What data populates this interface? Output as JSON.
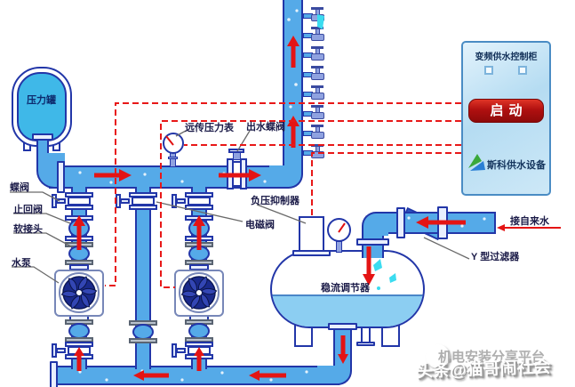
{
  "labels": {
    "pressure_tank": "压力罐",
    "butterfly_valve": "蝶阀",
    "check_valve": "止回阀",
    "flexible_joint": "软接头",
    "water_pump": "水泵",
    "remote_pressure_gauge": "远传压力表",
    "outlet_butterfly_valve": "出水蝶阀",
    "solenoid_valve": "电磁阀",
    "negative_pressure_suppressor": "负压抑制器",
    "steady_flow_regulator": "稳流调节器",
    "y_type_filter": "Y 型过滤器",
    "tap_water_inlet": "接自来水"
  },
  "cabinet": {
    "title": "变频供水控制柜",
    "start": "启动",
    "brand": "斯科供水设备"
  },
  "watermark": {
    "line1": "机电安装分享平台",
    "line2": "头条@猫哥闹社会"
  },
  "colors": {
    "pipe_blue": "#55aae8",
    "outline_navy": "#2236a8",
    "signal_red": "#e81818",
    "flow_arrow_red": "#e41414",
    "button_red": "#b01010",
    "tank_cyan": "#3fb8e8",
    "water_fill": "#8ccef2",
    "cabinet_blue": "#cde8f7",
    "logo_green": "#3aa83a",
    "logo_blue": "#2a7fd4"
  }
}
